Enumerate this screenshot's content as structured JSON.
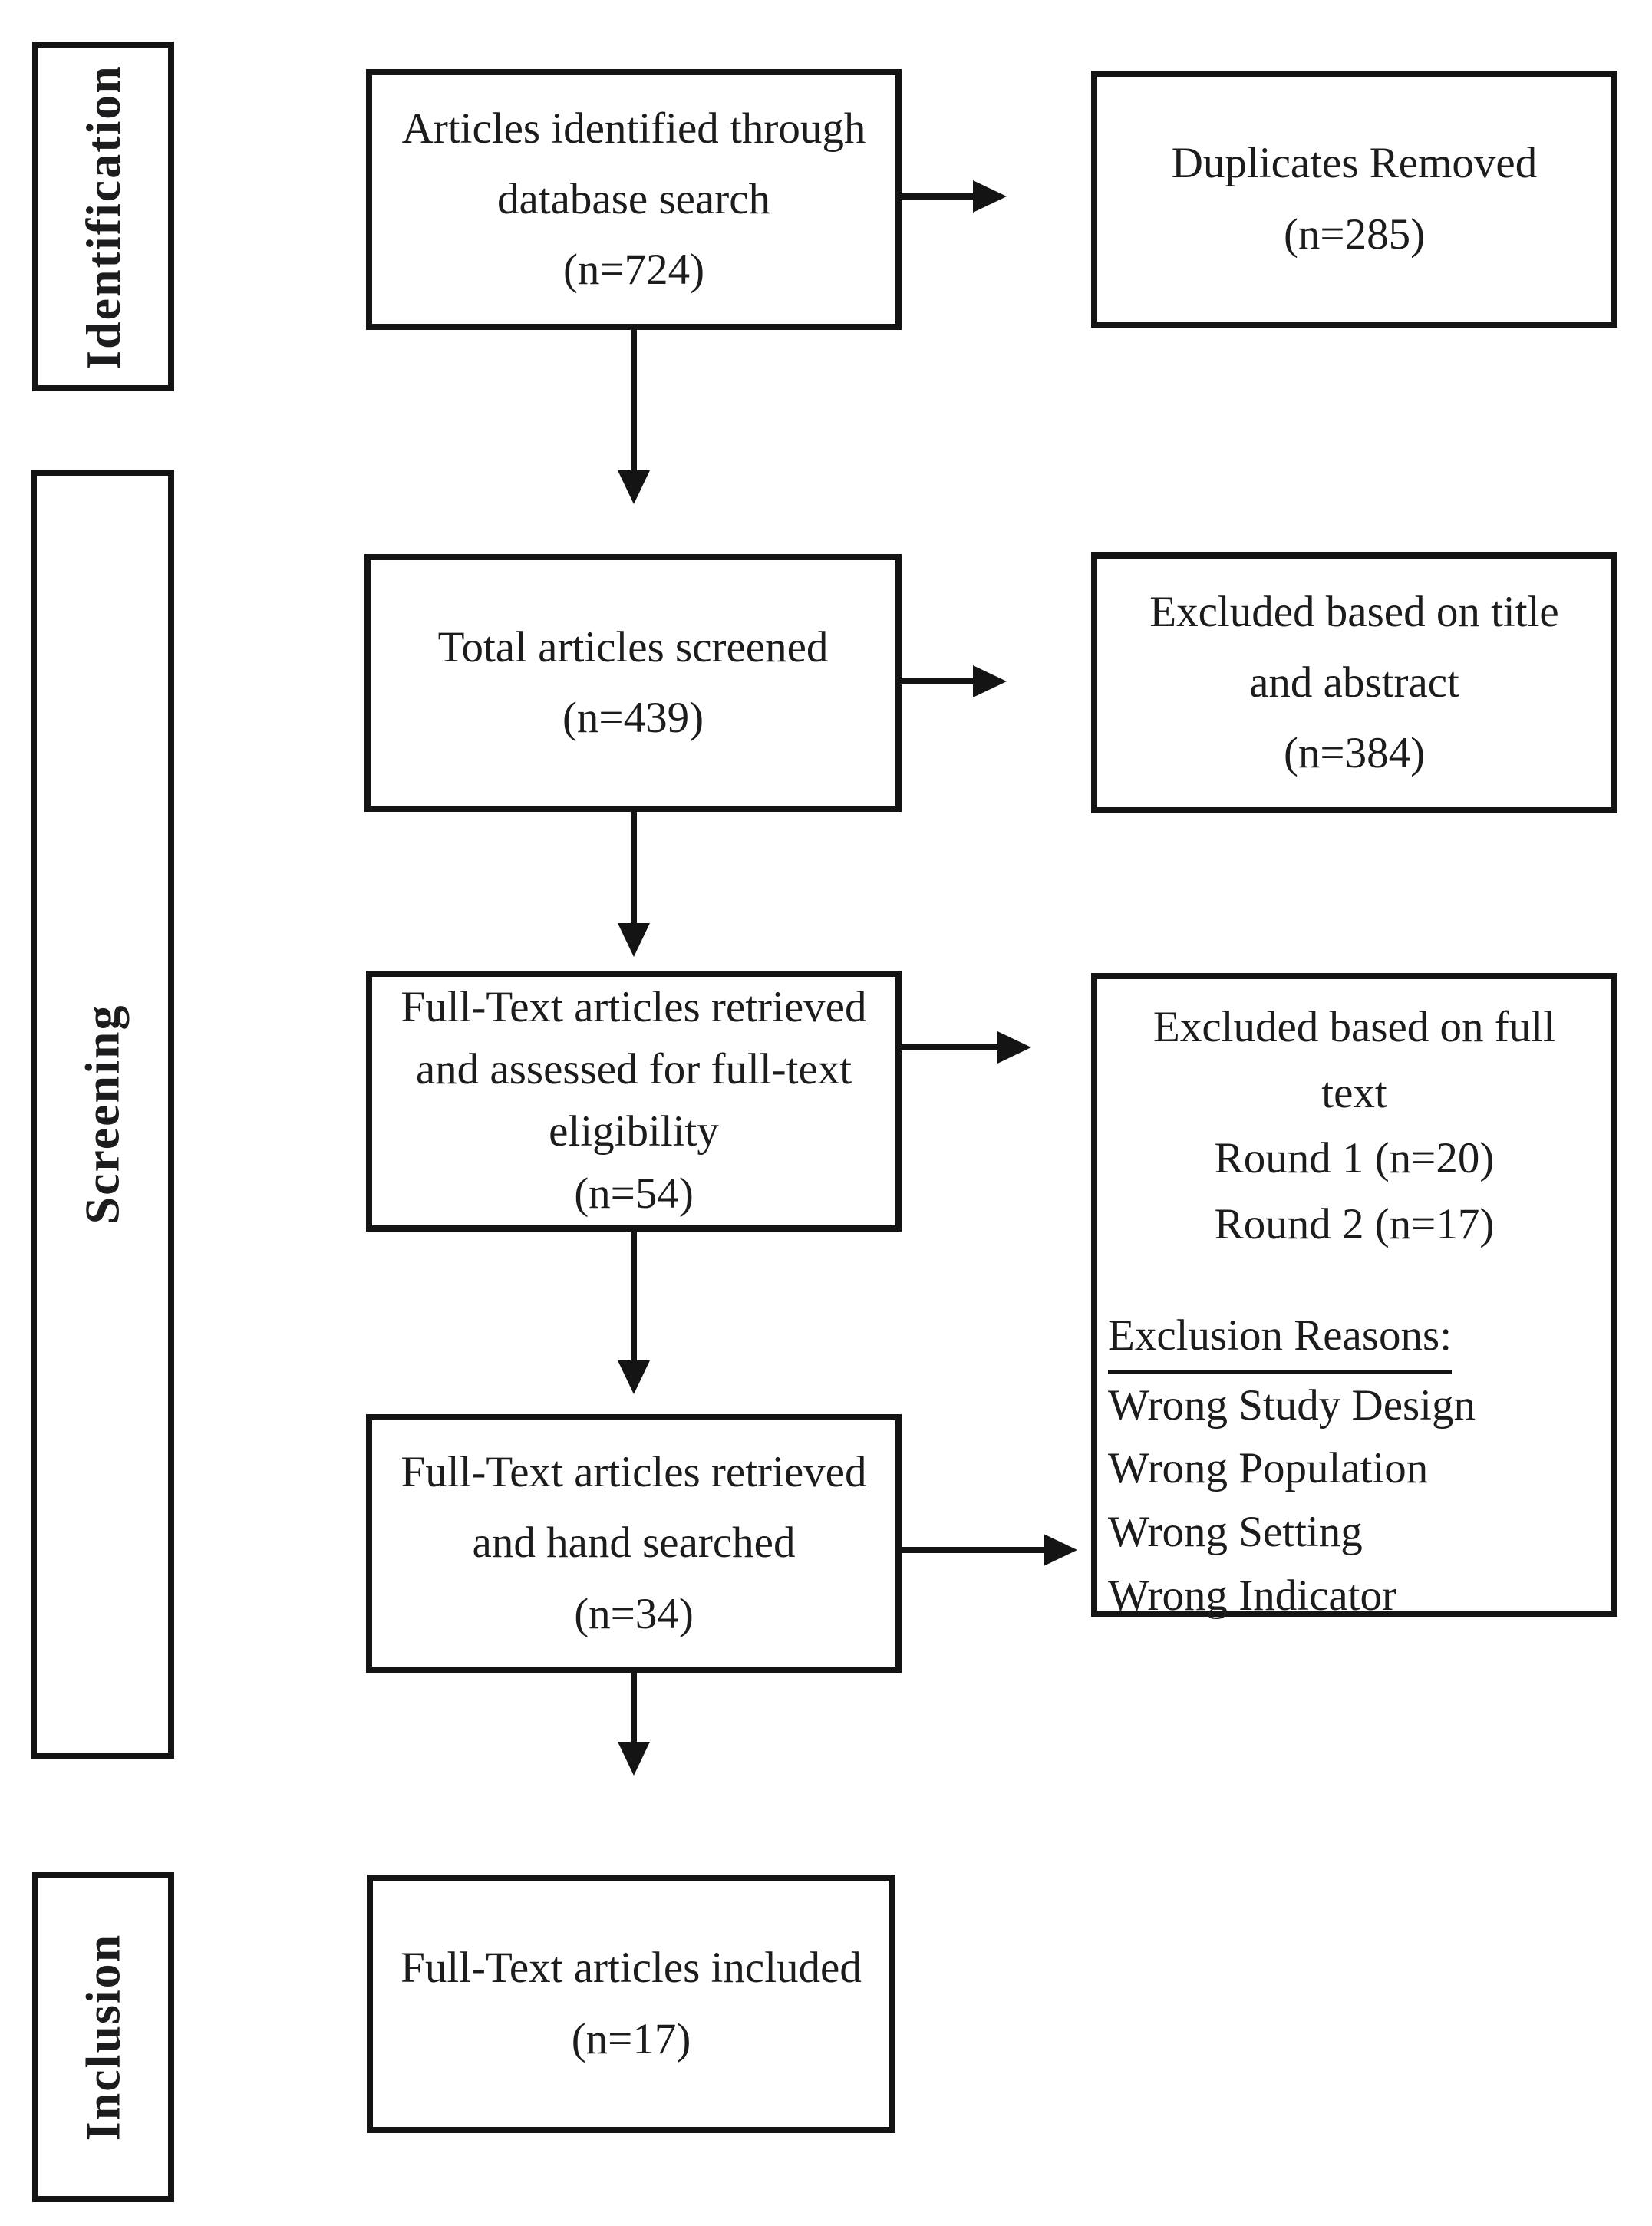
{
  "diagram": {
    "title": "PRISMA-style article selection flow diagram",
    "colors": {
      "border": "#141414",
      "background": "#ffffff",
      "text": "#1c1c1e"
    },
    "stage_labels": [
      "Identification",
      "Screening",
      "Inclusion"
    ],
    "main_boxes": [
      {
        "lines": [
          "Articles identified through",
          "database search",
          "(n=724)"
        ]
      },
      {
        "lines": [
          "Total articles screened",
          "(n=439)"
        ]
      },
      {
        "lines": [
          "Full-Text articles retrieved",
          "and assessed for full-text",
          "eligibility",
          "(n=54)"
        ]
      },
      {
        "lines": [
          "Full-Text articles retrieved",
          "and hand searched",
          "(n=34)"
        ]
      },
      {
        "lines": [
          "Full-Text articles included",
          "(n=17)"
        ]
      }
    ],
    "side_boxes": [
      {
        "lines": [
          "Duplicates Removed",
          "(n=285)"
        ]
      },
      {
        "lines": [
          "Excluded based on title",
          "and abstract",
          "(n=384)"
        ]
      },
      {
        "top_lines": [
          "Excluded based on full",
          "text",
          "Round 1 (n=20)",
          "Round 2 (n=17)"
        ],
        "reasons_heading": "Exclusion Reasons:",
        "reasons": [
          "Wrong Study Design",
          "Wrong Population",
          "Wrong Setting",
          "Wrong Indicator"
        ]
      }
    ]
  }
}
